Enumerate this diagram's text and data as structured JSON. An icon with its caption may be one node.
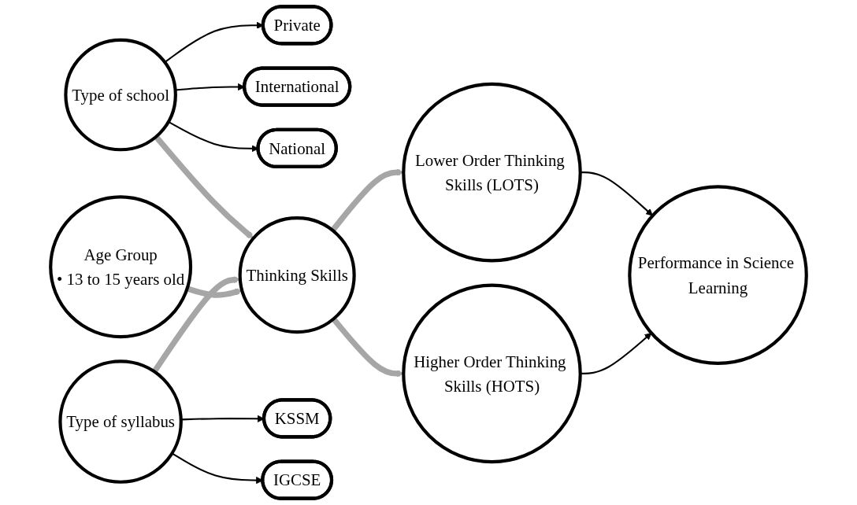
{
  "diagram": {
    "nodes": [
      {
        "text": [
          "Private"
        ]
      },
      {
        "text": [
          "International"
        ]
      },
      {
        "text": [
          "National"
        ]
      },
      {
        "text": [
          "Type of school"
        ]
      },
      {
        "text": [
          "Thinking Skills"
        ]
      },
      {
        "text": [
          "Lower Order Thinking Skills (LOTS)"
        ]
      },
      {
        "text": [
          "Performance in Science Learning"
        ]
      },
      {
        "text": [
          "KSSM"
        ]
      },
      {
        "text": [
          "Type of syllabus"
        ]
      },
      {
        "text": [
          "IGCSE"
        ]
      },
      {
        "text": [
          "Age Group",
          "• 13 to 15 years old"
        ]
      },
      {
        "text": [
          "Higher Order Thinking Skills (HOTS)"
        ]
      }
    ],
    "edges": [
      {
        "from": 3,
        "to": 0,
        "arrow": "to"
      },
      {
        "from": 3,
        "to": 1,
        "arrow": "to"
      },
      {
        "from": 3,
        "to": 2,
        "arrow": "to"
      },
      {
        "from": 3,
        "to": 4,
        "arrow": "to",
        "style": "thick",
        "color": "#a6a6a6"
      },
      {
        "from": 8,
        "to": 7,
        "arrow": "to"
      },
      {
        "from": 8,
        "to": 9,
        "arrow": "to"
      },
      {
        "from": 8,
        "to": 4,
        "arrow": "to",
        "style": "thick",
        "color": "#a6a6a6"
      },
      {
        "from": 10,
        "to": 4,
        "arrow": "to",
        "style": "thick",
        "color": "#a6a6a6"
      },
      {
        "from": 4,
        "to": 5,
        "arrow": "to",
        "style": "thick",
        "color": "#a6a6a6"
      },
      {
        "from": 4,
        "to": 11,
        "arrow": "to",
        "style": "thick",
        "color": "#a6a6a6"
      },
      {
        "from": 5,
        "to": 6,
        "arrow": "to"
      },
      {
        "from": 11,
        "to": 6,
        "arrow": "to"
      }
    ]
  }
}
